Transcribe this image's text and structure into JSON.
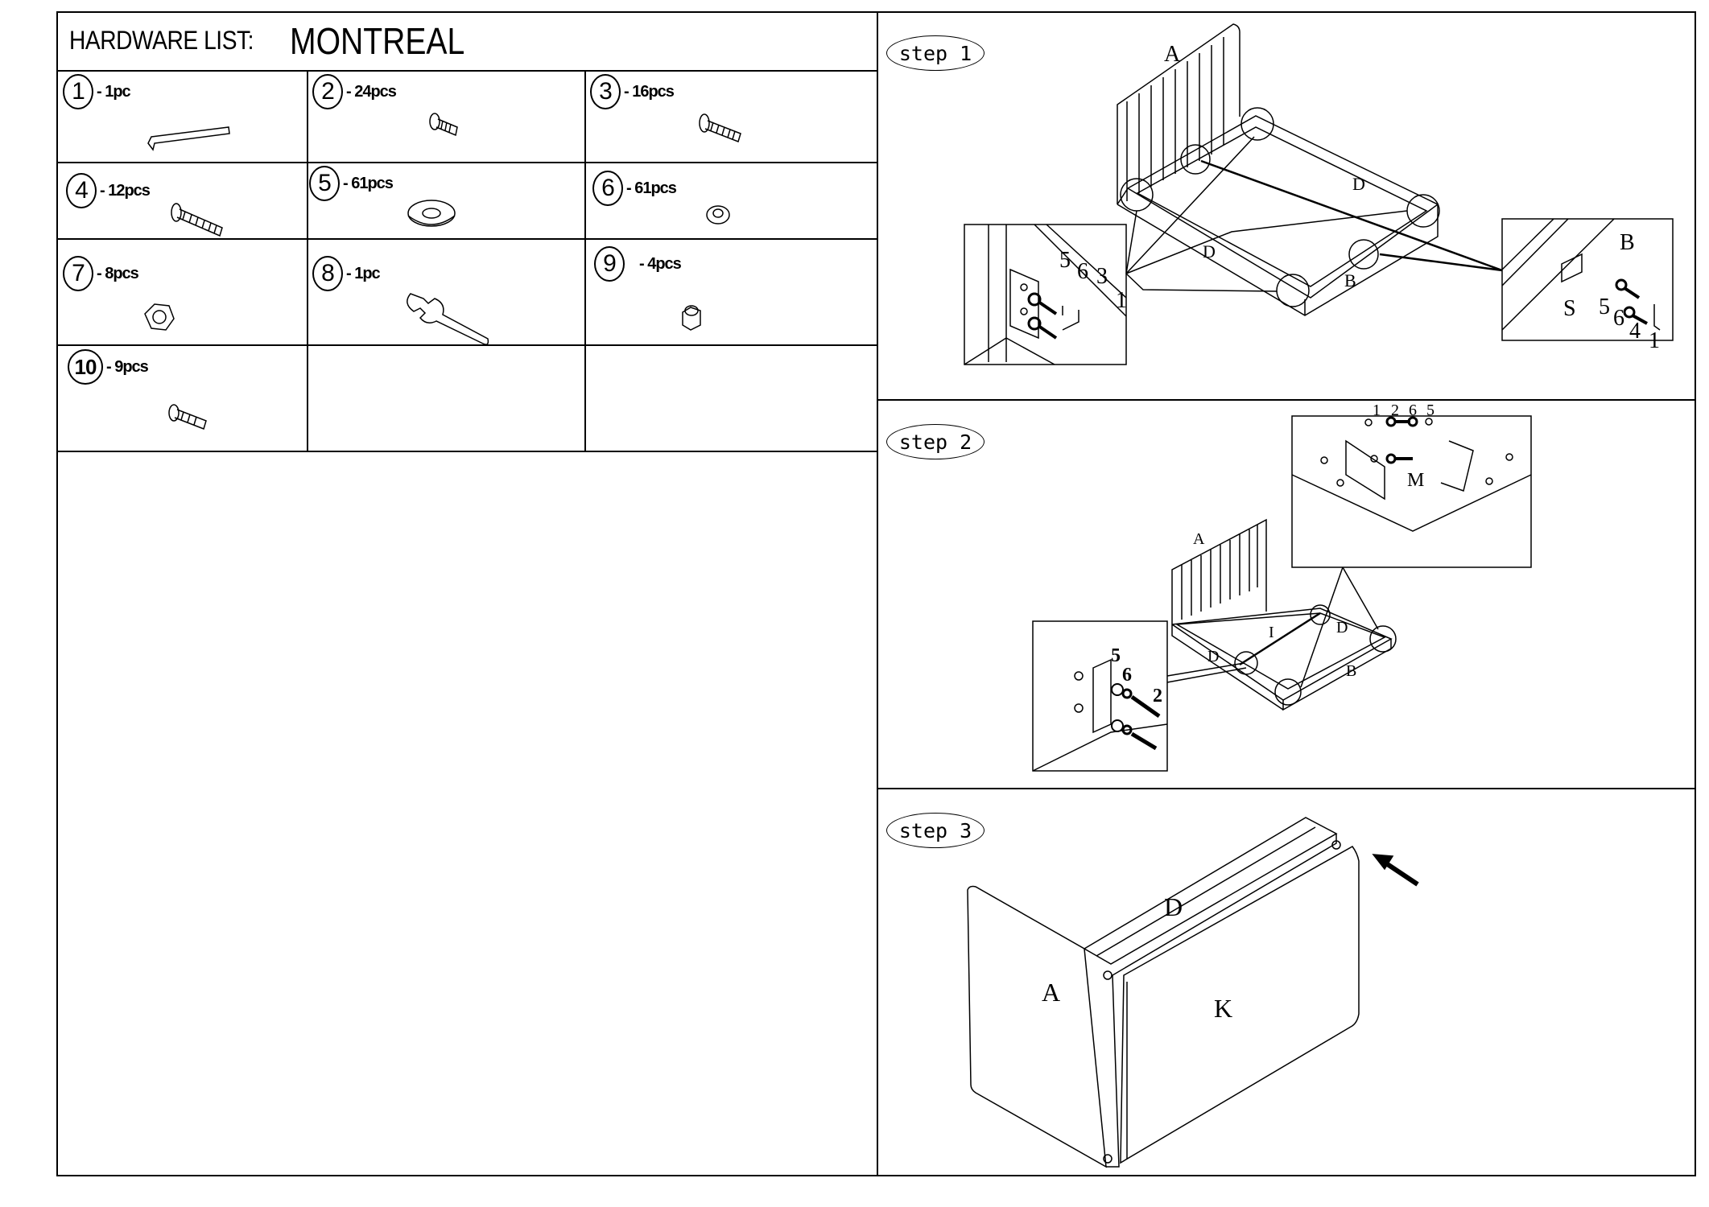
{
  "header": {
    "label": "HARDWARE LIST:",
    "model": "MONTREAL"
  },
  "hardware": [
    {
      "num": "1",
      "qty": "- 1pc",
      "icon": "allen-key-icon"
    },
    {
      "num": "2",
      "qty": "- 24pcs",
      "icon": "short-bolt-icon"
    },
    {
      "num": "3",
      "qty": "- 16pcs",
      "icon": "medium-bolt-icon"
    },
    {
      "num": "4",
      "qty": "- 12pcs",
      "icon": "long-bolt-icon"
    },
    {
      "num": "5",
      "qty": "- 61pcs",
      "icon": "flat-washer-icon"
    },
    {
      "num": "6",
      "qty": "- 61pcs",
      "icon": "spring-washer-icon"
    },
    {
      "num": "7",
      "qty": "- 8pcs",
      "icon": "hex-nut-icon"
    },
    {
      "num": "8",
      "qty": "- 1pc",
      "icon": "wrench-icon"
    },
    {
      "num": "9",
      "qty": "- 4pcs",
      "icon": "cap-nut-icon"
    },
    {
      "num": "10",
      "qty": "- 9pcs",
      "icon": "bolt-icon"
    }
  ],
  "steps": [
    {
      "label": "step 1",
      "parts": {
        "A": "A",
        "D1": "D",
        "D2": "D",
        "B1": "B",
        "B2": "B",
        "S": "S",
        "n5": "5",
        "n6": "6",
        "n3": "3",
        "n1": "1",
        "r5": "5",
        "r6": "6",
        "r4": "4",
        "r1": "1"
      }
    },
    {
      "label": "step 2",
      "parts": {
        "A": "A",
        "I": "I",
        "D1": "D",
        "D2": "D",
        "B": "B",
        "M": "M",
        "t1": "1",
        "t2": "2",
        "t6": "6",
        "t5": "5",
        "l5": "5",
        "l6": "6",
        "l2": "2"
      }
    },
    {
      "label": "step 3",
      "parts": {
        "A": "A",
        "D": "D",
        "K": "K"
      }
    }
  ]
}
